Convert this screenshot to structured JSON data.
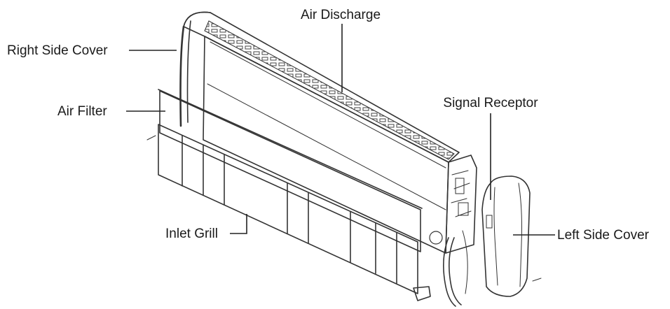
{
  "labels": {
    "air_discharge": "Air Discharge",
    "right_side_cover": "Right Side Cover",
    "air_filter": "Air Filter",
    "signal_receptor": "Signal Receptor",
    "inlet_grill": "Inlet Grill",
    "left_side_cover": "Left Side Cover"
  },
  "colors": {
    "line": "#333333",
    "text": "#1a1a1a",
    "grill_shade": "#8a8a8a",
    "background": "#ffffff"
  }
}
